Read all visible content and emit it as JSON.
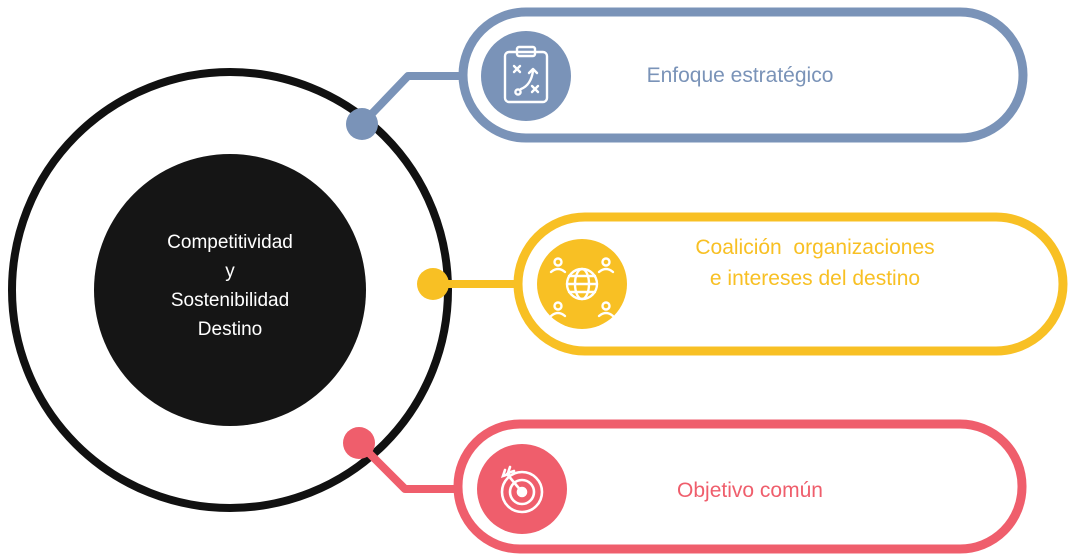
{
  "center": {
    "lines": [
      "Competitividad",
      "y",
      "Sostenibilidad",
      "Destino"
    ]
  },
  "items": [
    {
      "label_lines": [
        "Enfoque estratégico"
      ],
      "icon": "strategy-clipboard-icon",
      "color": "#7a93b8"
    },
    {
      "label_lines": [
        "Coalición  organizaciones",
        "e intereses del destino"
      ],
      "icon": "global-network-icon",
      "color": "#f8c024"
    },
    {
      "label_lines": [
        "Objetivo común"
      ],
      "icon": "target-icon",
      "color": "#ef5e6c"
    }
  ],
  "colors": {
    "ring": "#111111",
    "center_fill": "#151515",
    "center_text": "#ffffff"
  }
}
